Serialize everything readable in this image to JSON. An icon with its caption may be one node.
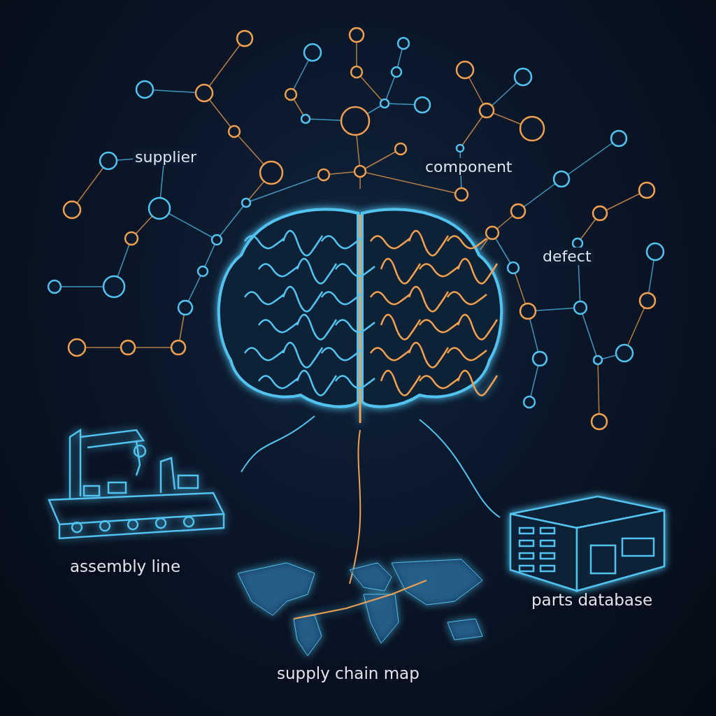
{
  "diagram": {
    "nodes": [
      {
        "text": [],
        "shape": "picture"
      },
      {
        "text": [
          "assembly line"
        ]
      },
      {
        "text": [
          "supply chain map"
        ]
      },
      {
        "text": [
          "parts database"
        ]
      }
    ],
    "edges": [
      {
        "from": 0,
        "to": 1,
        "arrow": "none"
      },
      {
        "from": 0,
        "to": 2,
        "arrow": "none",
        "color": "#f0a050"
      },
      {
        "from": 0,
        "to": 3,
        "arrow": "none"
      }
    ],
    "labels": [
      "supplier",
      "component",
      "defect"
    ]
  }
}
